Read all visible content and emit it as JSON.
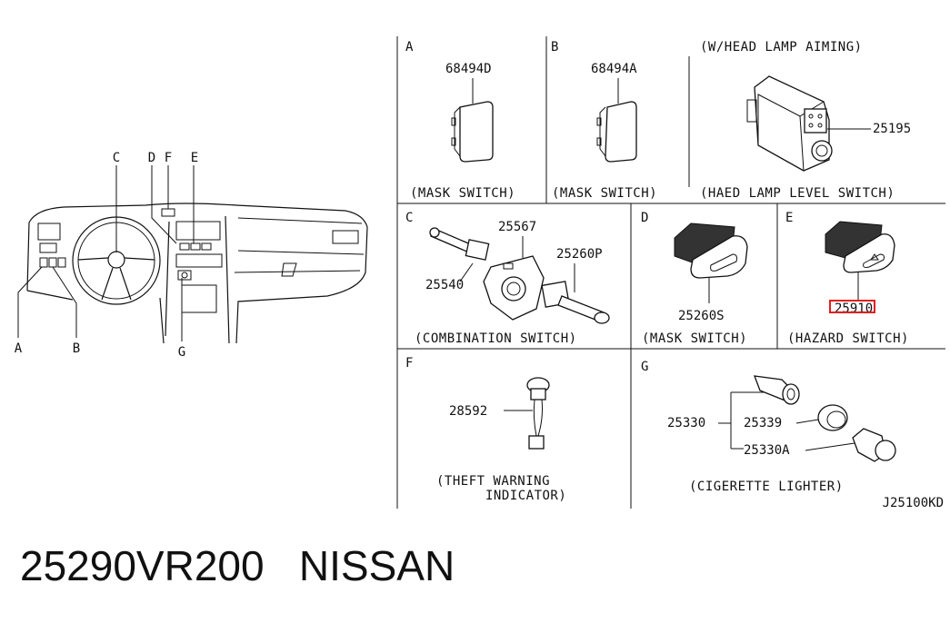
{
  "dashboard": {
    "callouts": [
      "C",
      "D",
      "F",
      "E",
      "A",
      "B",
      "G"
    ]
  },
  "panels": {
    "A": {
      "letter": "A",
      "part": "68494D",
      "caption": "(MASK SWITCH)"
    },
    "B": {
      "letter": "B",
      "part": "68494A",
      "caption": "(MASK SWITCH)"
    },
    "HL": {
      "header": "(W/HEAD LAMP AIMING)",
      "part": "25195",
      "caption": "(HAED LAMP LEVEL SWITCH)"
    },
    "C": {
      "letter": "C",
      "parts": [
        "25567",
        "25260P",
        "25540"
      ],
      "caption": "(COMBINATION SWITCH)"
    },
    "D": {
      "letter": "D",
      "part": "25260S",
      "caption": "(MASK SWITCH)"
    },
    "E": {
      "letter": "E",
      "part": "25910",
      "caption": "(HAZARD SWITCH)",
      "highlight_color": "#e02020"
    },
    "F": {
      "letter": "F",
      "part": "28592",
      "caption_line1": "(THEFT WARNING",
      "caption_line2": "INDICATOR)"
    },
    "G": {
      "letter": "G",
      "parts": [
        "25330",
        "25339",
        "25330A"
      ],
      "caption": "(CIGERETTE LIGHTER)"
    }
  },
  "diagram_code": "J25100KD",
  "footer": {
    "part_number": "25290VR200",
    "brand": "NISSAN"
  }
}
